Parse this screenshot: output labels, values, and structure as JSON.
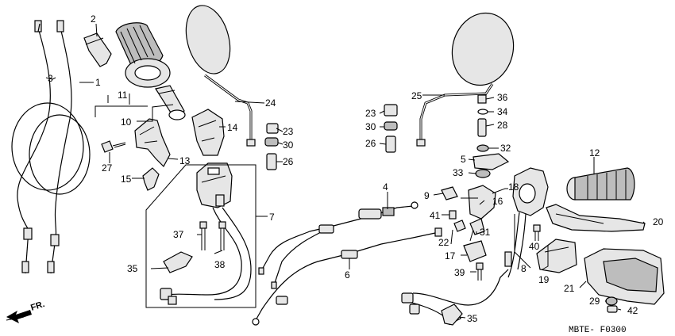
{
  "callouts": [
    {
      "id": "c1",
      "text": "1"
    },
    {
      "id": "c2",
      "text": "2"
    },
    {
      "id": "c3",
      "text": "3"
    },
    {
      "id": "c4",
      "text": "4"
    },
    {
      "id": "c5",
      "text": "5"
    },
    {
      "id": "c6",
      "text": "6"
    },
    {
      "id": "c7",
      "text": "7"
    },
    {
      "id": "c8",
      "text": "8"
    },
    {
      "id": "c9",
      "text": "9"
    },
    {
      "id": "c10",
      "text": "10"
    },
    {
      "id": "c11",
      "text": "11"
    },
    {
      "id": "c12",
      "text": "12"
    },
    {
      "id": "c13",
      "text": "13"
    },
    {
      "id": "c14",
      "text": "14"
    },
    {
      "id": "c15",
      "text": "15"
    },
    {
      "id": "c16",
      "text": "16"
    },
    {
      "id": "c17",
      "text": "17"
    },
    {
      "id": "c18",
      "text": "18"
    },
    {
      "id": "c19",
      "text": "19"
    },
    {
      "id": "c20",
      "text": "20"
    },
    {
      "id": "c21",
      "text": "21"
    },
    {
      "id": "c22",
      "text": "22"
    },
    {
      "id": "c23a",
      "text": "23"
    },
    {
      "id": "c23b",
      "text": "23"
    },
    {
      "id": "c24",
      "text": "24"
    },
    {
      "id": "c25",
      "text": "25"
    },
    {
      "id": "c26a",
      "text": "26"
    },
    {
      "id": "c26b",
      "text": "26"
    },
    {
      "id": "c27",
      "text": "27"
    },
    {
      "id": "c28",
      "text": "28"
    },
    {
      "id": "c29",
      "text": "29"
    },
    {
      "id": "c30a",
      "text": "30"
    },
    {
      "id": "c30b",
      "text": "30"
    },
    {
      "id": "c31",
      "text": "31"
    },
    {
      "id": "c32",
      "text": "32"
    },
    {
      "id": "c33",
      "text": "33"
    },
    {
      "id": "c34",
      "text": "34"
    },
    {
      "id": "c35a",
      "text": "35"
    },
    {
      "id": "c35b",
      "text": "35"
    },
    {
      "id": "c36",
      "text": "36"
    },
    {
      "id": "c37",
      "text": "37"
    },
    {
      "id": "c38",
      "text": "38"
    },
    {
      "id": "c39",
      "text": "39"
    },
    {
      "id": "c40",
      "text": "40"
    },
    {
      "id": "c41",
      "text": "41"
    },
    {
      "id": "c42",
      "text": "42"
    }
  ],
  "direction_label": "FR.",
  "diagram_code": "MBTE- F0300"
}
